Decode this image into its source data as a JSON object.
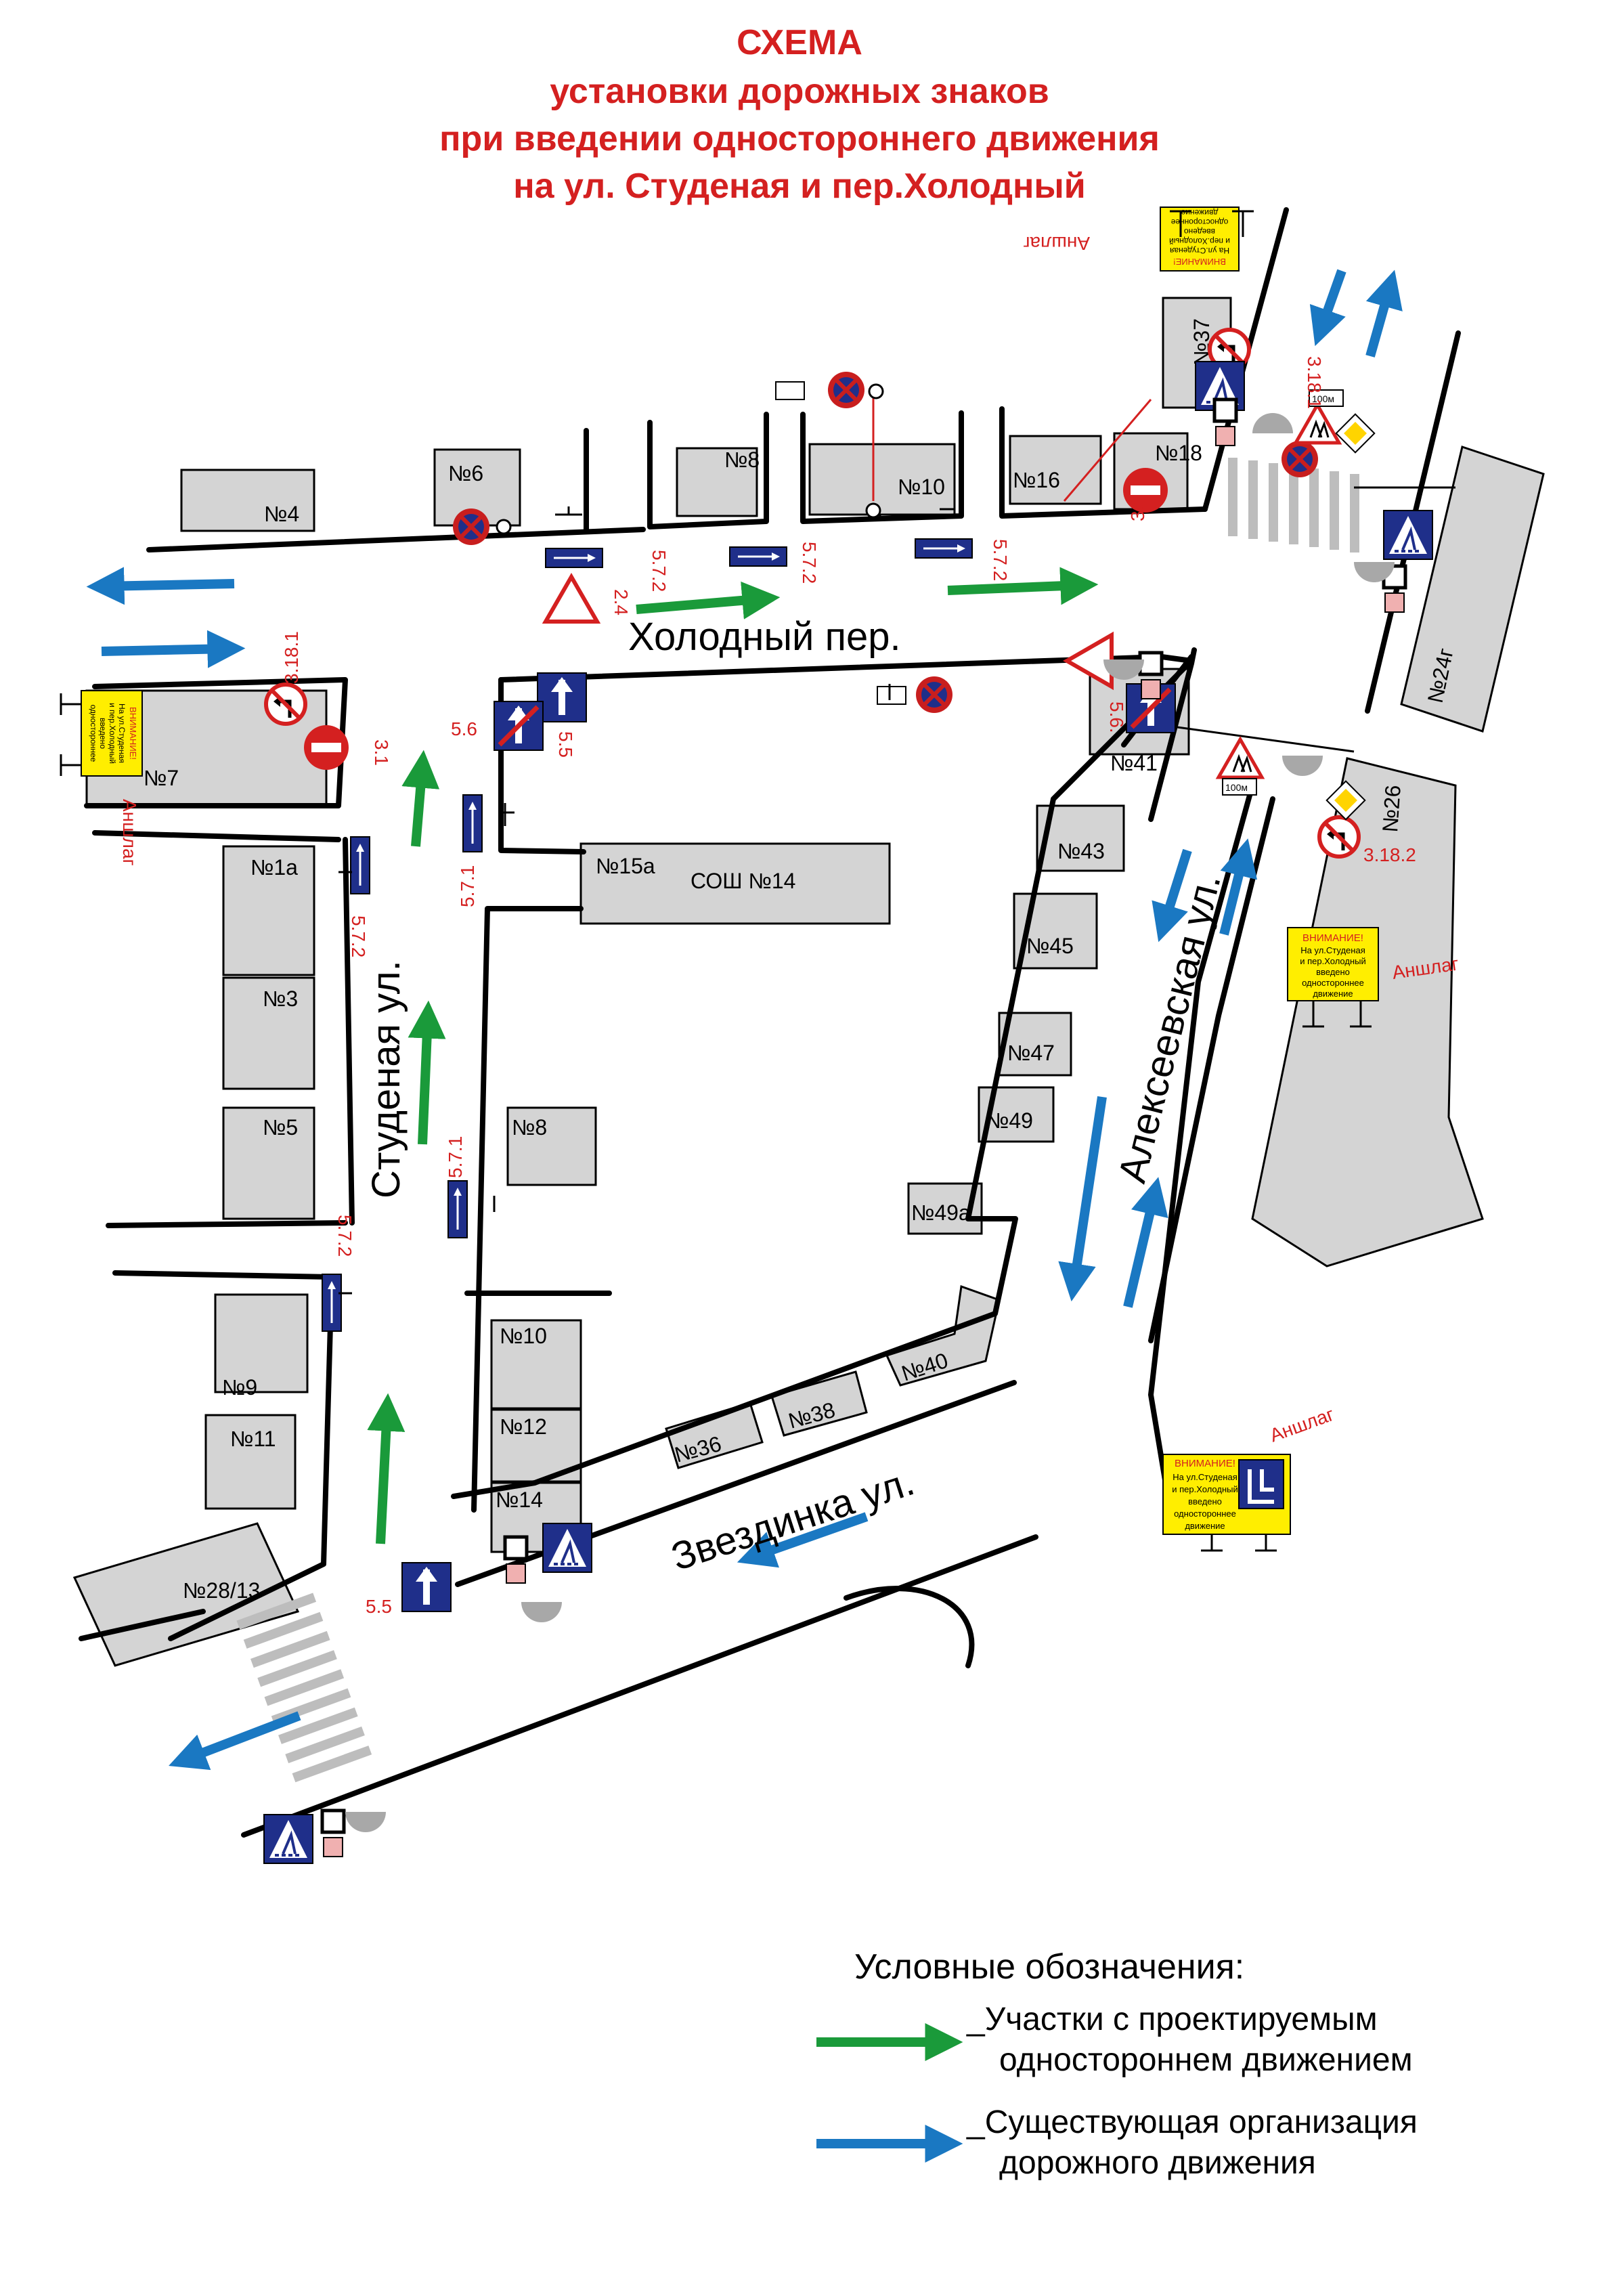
{
  "title": {
    "line1": "СХЕМА",
    "line2": "установки дорожных знаков",
    "line3": "при введении одностороннего движения",
    "line4": "на ул. Студеная и пер.Холодный"
  },
  "colors": {
    "title_red": "#d42020",
    "proposed_green": "#1a9a3a",
    "existing_blue": "#1a78c2",
    "building_gray": "#d4d4d4",
    "sign_blue": "#1f2f8a",
    "poster_yellow": "#ffee00"
  },
  "streets": {
    "kholodny": "Холодный пер.",
    "studenaya": "Студеная ул.",
    "alekseevskaya": "Алексеевская ул.",
    "zvezdinka": "Звездинка ул."
  },
  "buildings": {
    "n4": "№4",
    "n6": "№6",
    "n8top": "№8",
    "n10top": "№10",
    "n16": "№16",
    "n18": "№18",
    "n37": "№37",
    "n24g": "№24г",
    "n7": "№7",
    "n1a": "№1а",
    "n3": "№3",
    "n5": "№5",
    "n15a": "№15а",
    "school": "СОШ №14",
    "n8": "№8",
    "n41": "№41",
    "n43": "№43",
    "n45": "№45",
    "n47": "№47",
    "n49": "№49",
    "n49a": "№49а",
    "n26": "№26",
    "n9": "№9",
    "n11": "№11",
    "n28": "№28/13",
    "n10": "№10",
    "n12": "№12",
    "n14": "№14",
    "n36": "№36",
    "n38": "№38",
    "n40": "№40"
  },
  "sign_codes": {
    "s572a": "5.7.2",
    "s572b": "5.7.2",
    "s572c": "5.7.2",
    "s572d": "5.7.2",
    "s572e": "5.7.2",
    "s571a": "5.7.1",
    "s571b": "5.7.1",
    "s24": "2.4",
    "s31a": "3.1",
    "s31b": "3.1",
    "s3181a": "3.18.1",
    "s3181b": "3.18.1",
    "s3182": "3.18.2",
    "s56a": "5.6",
    "s56b": "5.6.",
    "s55a": "5.5",
    "s55b": "5.5"
  },
  "anshlag": {
    "a1": "Аншлаг",
    "a2": "Аншлаг",
    "a3": "Аншлаг",
    "a4": "Аншлаг"
  },
  "poster": {
    "head": "ВНИМАНИЕ!",
    "l1": "На ул.Студеная",
    "l2": "и пер.Холодный",
    "l3": "введено",
    "l4": "одностороннее",
    "l5": "движение"
  },
  "dist": {
    "d1": "100м",
    "d2": "100м"
  },
  "legend": {
    "heading": "Условные обозначения:",
    "green_line1": "_Участки с проектируемым",
    "green_line2": "одностороннем движением",
    "blue_line1": "_Существующая организация",
    "blue_line2": "дорожного движения"
  }
}
